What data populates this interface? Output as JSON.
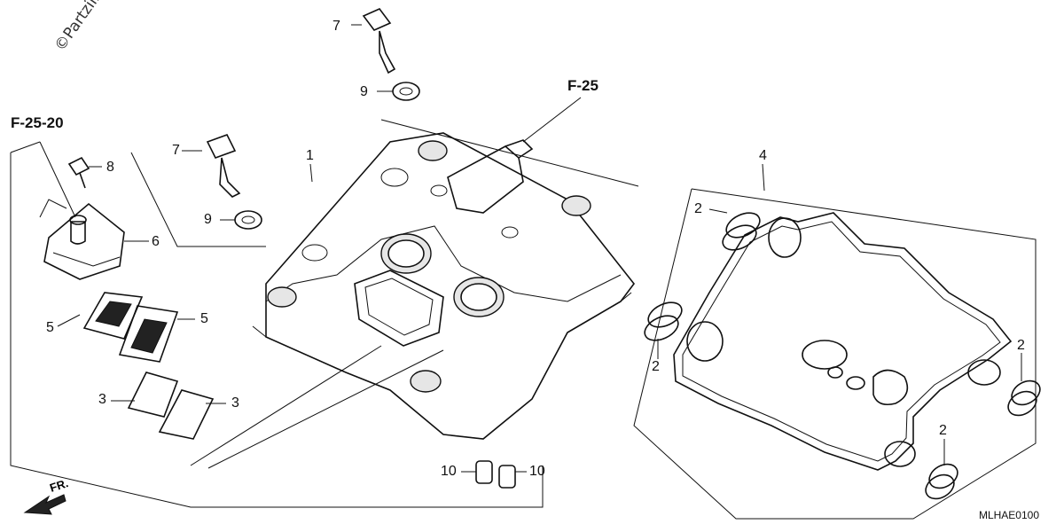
{
  "watermark": "©Partzilla.com",
  "diagram_code": "MLHAE0100",
  "front_indicator": "FR.",
  "refs": {
    "f25": "F-25",
    "f2520": "F-25-20"
  },
  "callouts": {
    "c1": "1",
    "c2a": "2",
    "c2b": "2",
    "c2c": "2",
    "c2d": "2",
    "c3a": "3",
    "c3b": "3",
    "c4": "4",
    "c5a": "5",
    "c5b": "5",
    "c6": "6",
    "c7a": "7",
    "c7b": "7",
    "c8": "8",
    "c9a": "9",
    "c9b": "9",
    "c10a": "10",
    "c10b": "10"
  }
}
